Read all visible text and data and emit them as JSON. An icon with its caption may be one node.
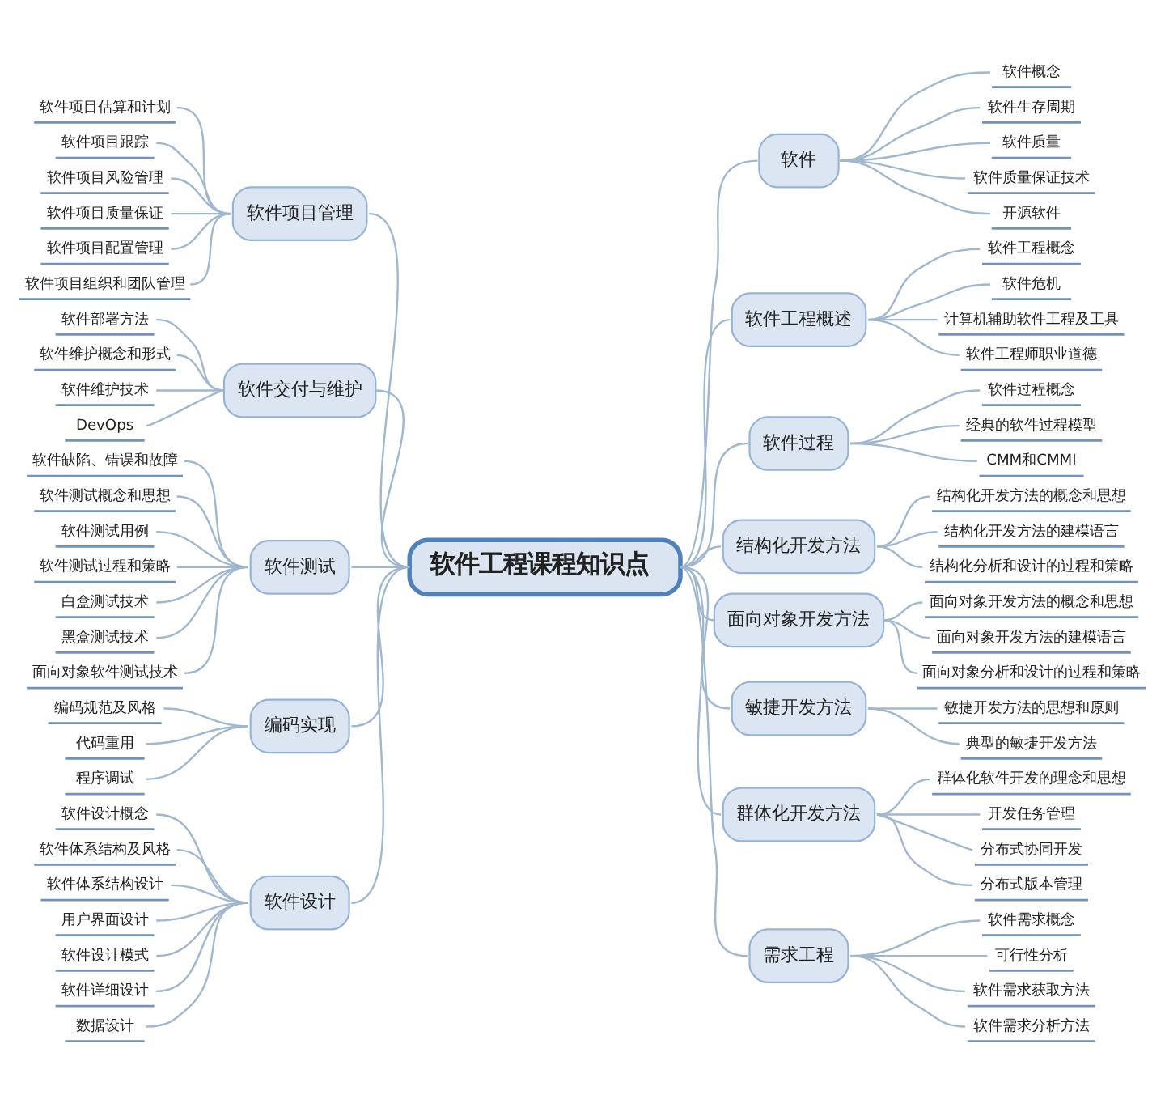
{
  "diagram": {
    "nodes": [
      {
        "text": [
          "软件工程课程知识点"
        ]
      },
      {
        "text": [
          "软件"
        ]
      },
      {
        "text": [
          "软件概念"
        ]
      },
      {
        "text": [
          "软件生存周期"
        ]
      },
      {
        "text": [
          "软件质量"
        ]
      },
      {
        "text": [
          "软件质量保证技术"
        ]
      },
      {
        "text": [
          "开源软件"
        ]
      },
      {
        "text": [
          "软件工程概述"
        ]
      },
      {
        "text": [
          "软件工程概念"
        ]
      },
      {
        "text": [
          "软件危机"
        ]
      },
      {
        "text": [
          "计算机辅助软件工程及工具"
        ]
      },
      {
        "text": [
          "软件工程师职业道德"
        ]
      },
      {
        "text": [
          "软件过程"
        ]
      },
      {
        "text": [
          "软件过程概念"
        ]
      },
      {
        "text": [
          "经典的软件过程模型"
        ]
      },
      {
        "text": [
          "CMM和CMMI"
        ]
      },
      {
        "text": [
          "结构化开发方法"
        ]
      },
      {
        "text": [
          "结构化开发方法的概念和思想"
        ]
      },
      {
        "text": [
          "结构化开发方法的建模语言"
        ]
      },
      {
        "text": [
          "结构化分析和设计的过程和策略"
        ]
      },
      {
        "text": [
          "面向对象开发方法"
        ]
      },
      {
        "text": [
          "面向对象开发方法的概念和思想"
        ]
      },
      {
        "text": [
          "面向对象开发方法的建模语言"
        ]
      },
      {
        "text": [
          "面向对象分析和设计的过程和策略"
        ]
      },
      {
        "text": [
          "敏捷开发方法"
        ]
      },
      {
        "text": [
          "敏捷开发方法的思想和原则"
        ]
      },
      {
        "text": [
          "典型的敏捷开发方法"
        ]
      },
      {
        "text": [
          "群体化开发方法"
        ]
      },
      {
        "text": [
          "群体化软件开发的理念和思想"
        ]
      },
      {
        "text": [
          "开发任务管理"
        ]
      },
      {
        "text": [
          "分布式协同开发"
        ]
      },
      {
        "text": [
          "分布式版本管理"
        ]
      },
      {
        "text": [
          "需求工程"
        ]
      },
      {
        "text": [
          "软件需求概念"
        ]
      },
      {
        "text": [
          "可行性分析"
        ]
      },
      {
        "text": [
          "软件需求获取方法"
        ]
      },
      {
        "text": [
          "软件需求分析方法"
        ]
      },
      {
        "text": [
          "软件项目管理"
        ]
      },
      {
        "text": [
          "软件项目估算和计划"
        ]
      },
      {
        "text": [
          "软件项目跟踪"
        ]
      },
      {
        "text": [
          "软件项目风险管理"
        ]
      },
      {
        "text": [
          "软件项目质量保证"
        ]
      },
      {
        "text": [
          "软件项目配置管理"
        ]
      },
      {
        "text": [
          "软件项目组织和团队管理"
        ]
      },
      {
        "text": [
          "软件交付与维护"
        ]
      },
      {
        "text": [
          "软件部署方法"
        ]
      },
      {
        "text": [
          "软件维护概念和形式"
        ]
      },
      {
        "text": [
          "软件维护技术"
        ]
      },
      {
        "text": [
          "DevOps"
        ]
      },
      {
        "text": [
          "软件测试"
        ]
      },
      {
        "text": [
          "软件缺陷、错误和故障"
        ]
      },
      {
        "text": [
          "软件测试概念和思想"
        ]
      },
      {
        "text": [
          "软件测试用例"
        ]
      },
      {
        "text": [
          "软件测试过程和策略"
        ]
      },
      {
        "text": [
          "白盒测试技术"
        ]
      },
      {
        "text": [
          "黑盒测试技术"
        ]
      },
      {
        "text": [
          "面向对象软件测试技术"
        ]
      },
      {
        "text": [
          "编码实现"
        ]
      },
      {
        "text": [
          "编码规范及风格"
        ]
      },
      {
        "text": [
          "代码重用"
        ]
      },
      {
        "text": [
          "程序调试"
        ]
      },
      {
        "text": [
          "软件设计"
        ]
      },
      {
        "text": [
          "软件设计概念"
        ]
      },
      {
        "text": [
          "软件体系结构及风格"
        ]
      },
      {
        "text": [
          "软件体系结构设计"
        ]
      },
      {
        "text": [
          "用户界面设计"
        ]
      },
      {
        "text": [
          "软件设计模式"
        ]
      },
      {
        "text": [
          "软件详细设计"
        ]
      },
      {
        "text": [
          "数据设计"
        ]
      }
    ],
    "edges": [
      {
        "from": 0,
        "to": 1,
        "arrow": "none"
      },
      {
        "from": 1,
        "to": 2,
        "arrow": "none"
      },
      {
        "from": 1,
        "to": 3,
        "arrow": "none"
      },
      {
        "from": 1,
        "to": 4,
        "arrow": "none"
      },
      {
        "from": 1,
        "to": 5,
        "arrow": "none"
      },
      {
        "from": 1,
        "to": 6,
        "arrow": "none"
      },
      {
        "from": 0,
        "to": 7,
        "arrow": "none"
      },
      {
        "from": 7,
        "to": 8,
        "arrow": "none"
      },
      {
        "from": 7,
        "to": 9,
        "arrow": "none"
      },
      {
        "from": 7,
        "to": 10,
        "arrow": "none"
      },
      {
        "from": 7,
        "to": 11,
        "arrow": "none"
      },
      {
        "from": 0,
        "to": 12,
        "arrow": "none"
      },
      {
        "from": 12,
        "to": 13,
        "arrow": "none"
      },
      {
        "from": 12,
        "to": 14,
        "arrow": "none"
      },
      {
        "from": 12,
        "to": 15,
        "arrow": "none"
      },
      {
        "from": 0,
        "to": 16,
        "arrow": "none"
      },
      {
        "from": 16,
        "to": 17,
        "arrow": "none"
      },
      {
        "from": 16,
        "to": 18,
        "arrow": "none"
      },
      {
        "from": 16,
        "to": 19,
        "arrow": "none"
      },
      {
        "from": 0,
        "to": 20,
        "arrow": "none"
      },
      {
        "from": 20,
        "to": 21,
        "arrow": "none"
      },
      {
        "from": 20,
        "to": 22,
        "arrow": "none"
      },
      {
        "from": 20,
        "to": 23,
        "arrow": "none"
      },
      {
        "from": 0,
        "to": 24,
        "arrow": "none"
      },
      {
        "from": 24,
        "to": 25,
        "arrow": "none"
      },
      {
        "from": 24,
        "to": 26,
        "arrow": "none"
      },
      {
        "from": 0,
        "to": 27,
        "arrow": "none"
      },
      {
        "from": 27,
        "to": 28,
        "arrow": "none"
      },
      {
        "from": 27,
        "to": 29,
        "arrow": "none"
      },
      {
        "from": 27,
        "to": 30,
        "arrow": "none"
      },
      {
        "from": 27,
        "to": 31,
        "arrow": "none"
      },
      {
        "from": 0,
        "to": 32,
        "arrow": "none"
      },
      {
        "from": 32,
        "to": 33,
        "arrow": "none"
      },
      {
        "from": 32,
        "to": 34,
        "arrow": "none"
      },
      {
        "from": 32,
        "to": 35,
        "arrow": "none"
      },
      {
        "from": 32,
        "to": 36,
        "arrow": "none"
      },
      {
        "from": 0,
        "to": 37,
        "arrow": "none"
      },
      {
        "from": 37,
        "to": 38,
        "arrow": "none"
      },
      {
        "from": 37,
        "to": 39,
        "arrow": "none"
      },
      {
        "from": 37,
        "to": 40,
        "arrow": "none"
      },
      {
        "from": 37,
        "to": 41,
        "arrow": "none"
      },
      {
        "from": 37,
        "to": 42,
        "arrow": "none"
      },
      {
        "from": 37,
        "to": 43,
        "arrow": "none"
      },
      {
        "from": 0,
        "to": 44,
        "arrow": "none"
      },
      {
        "from": 44,
        "to": 45,
        "arrow": "none"
      },
      {
        "from": 44,
        "to": 46,
        "arrow": "none"
      },
      {
        "from": 44,
        "to": 47,
        "arrow": "none"
      },
      {
        "from": 44,
        "to": 48,
        "arrow": "none"
      },
      {
        "from": 0,
        "to": 49,
        "arrow": "none"
      },
      {
        "from": 49,
        "to": 50,
        "arrow": "none"
      },
      {
        "from": 49,
        "to": 51,
        "arrow": "none"
      },
      {
        "from": 49,
        "to": 52,
        "arrow": "none"
      },
      {
        "from": 49,
        "to": 53,
        "arrow": "none"
      },
      {
        "from": 49,
        "to": 54,
        "arrow": "none"
      },
      {
        "from": 49,
        "to": 55,
        "arrow": "none"
      },
      {
        "from": 49,
        "to": 56,
        "arrow": "none"
      },
      {
        "from": 0,
        "to": 57,
        "arrow": "none"
      },
      {
        "from": 57,
        "to": 58,
        "arrow": "none"
      },
      {
        "from": 57,
        "to": 59,
        "arrow": "none"
      },
      {
        "from": 57,
        "to": 60,
        "arrow": "none"
      },
      {
        "from": 0,
        "to": 61,
        "arrow": "none"
      },
      {
        "from": 61,
        "to": 62,
        "arrow": "none"
      },
      {
        "from": 61,
        "to": 63,
        "arrow": "none"
      },
      {
        "from": 61,
        "to": 64,
        "arrow": "none"
      },
      {
        "from": 61,
        "to": 65,
        "arrow": "none"
      },
      {
        "from": 61,
        "to": 66,
        "arrow": "none"
      },
      {
        "from": 61,
        "to": 67,
        "arrow": "none"
      },
      {
        "from": 61,
        "to": 68,
        "arrow": "none"
      }
    ]
  }
}
